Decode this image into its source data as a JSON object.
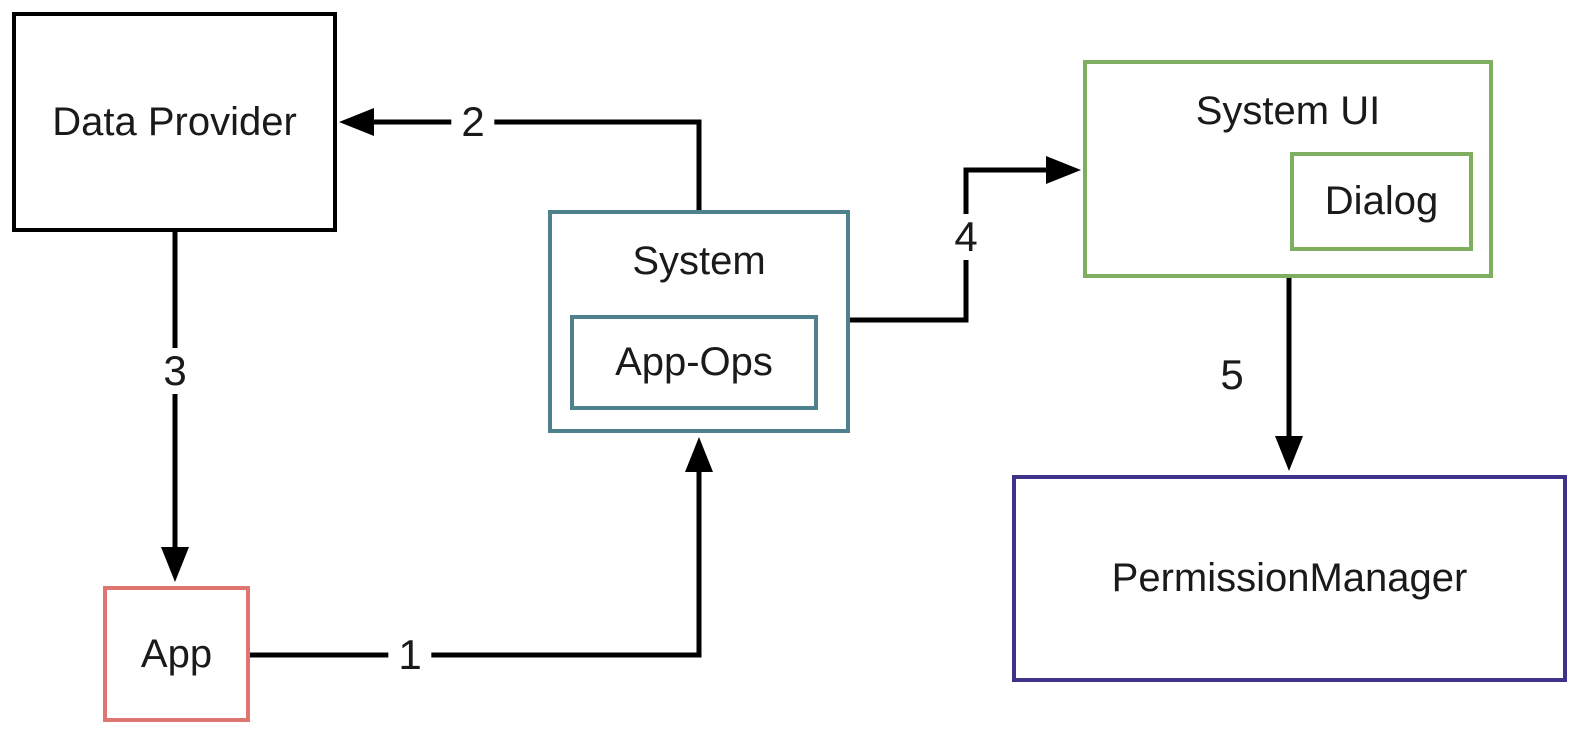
{
  "diagram": {
    "background_color": "#ffffff",
    "line_color": "#000000",
    "text_color": "#1a1a1a",
    "boxes": {
      "data_provider": {
        "label": "Data Provider",
        "border_color": "#000000"
      },
      "app": {
        "label": "App",
        "border_color": "#DF7571"
      },
      "system": {
        "label": "System",
        "border_color": "#4F808E"
      },
      "app_ops": {
        "label": "App-Ops",
        "border_color": "#4F808E"
      },
      "system_ui": {
        "label": "System UI",
        "border_color": "#7FAE60"
      },
      "dialog": {
        "label": "Dialog",
        "border_color": "#7FAE60"
      },
      "permission_manager": {
        "label": "PermissionManager",
        "border_color": "#3E338A"
      }
    },
    "arrows": {
      "1": {
        "label": "1",
        "from": "app",
        "to": "system"
      },
      "2": {
        "label": "2",
        "from": "system",
        "to": "data_provider"
      },
      "3": {
        "label": "3",
        "from": "data_provider",
        "to": "app"
      },
      "4": {
        "label": "4",
        "from": "system",
        "to": "system_ui"
      },
      "5": {
        "label": "5",
        "from": "system_ui",
        "to": "permission_manager"
      }
    }
  }
}
